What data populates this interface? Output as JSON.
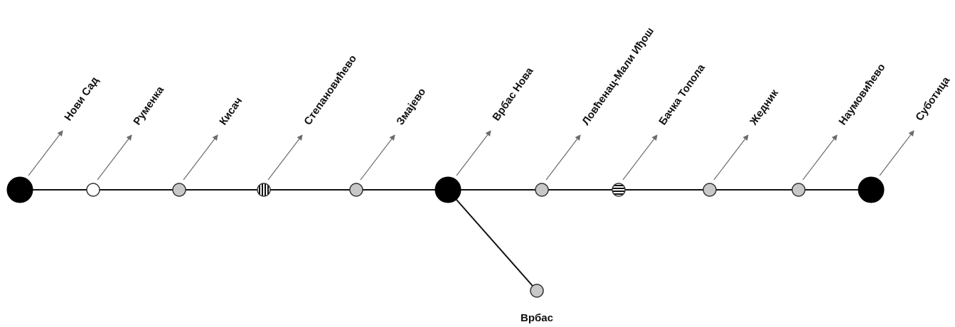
{
  "colors": {
    "line": "#111111",
    "arrow": "#6b6b6b",
    "node_major": "#000000",
    "node_gray": "#c8c8c8",
    "node_white": "#ffffff",
    "node_stroke": "#333333"
  },
  "stations": [
    {
      "name": "Нови Сад",
      "node": "major"
    },
    {
      "name": "Руменка",
      "node": "white"
    },
    {
      "name": "Кисач",
      "node": "gray"
    },
    {
      "name": "Степановићево",
      "node": "vertical-striped"
    },
    {
      "name": "Змајево",
      "node": "gray"
    },
    {
      "name": "Врбас Нова",
      "node": "major"
    },
    {
      "name": "Ловћенац-Мали Иђош",
      "node": "gray"
    },
    {
      "name": "Бачка Топола",
      "node": "horizontal-striped"
    },
    {
      "name": "Жедник",
      "node": "gray"
    },
    {
      "name": "Наумовићево",
      "node": "gray"
    },
    {
      "name": "Суботица",
      "node": "major"
    }
  ],
  "branch": {
    "from": "Врбас Нова",
    "station": {
      "name": "Врбас",
      "node": "gray"
    }
  }
}
